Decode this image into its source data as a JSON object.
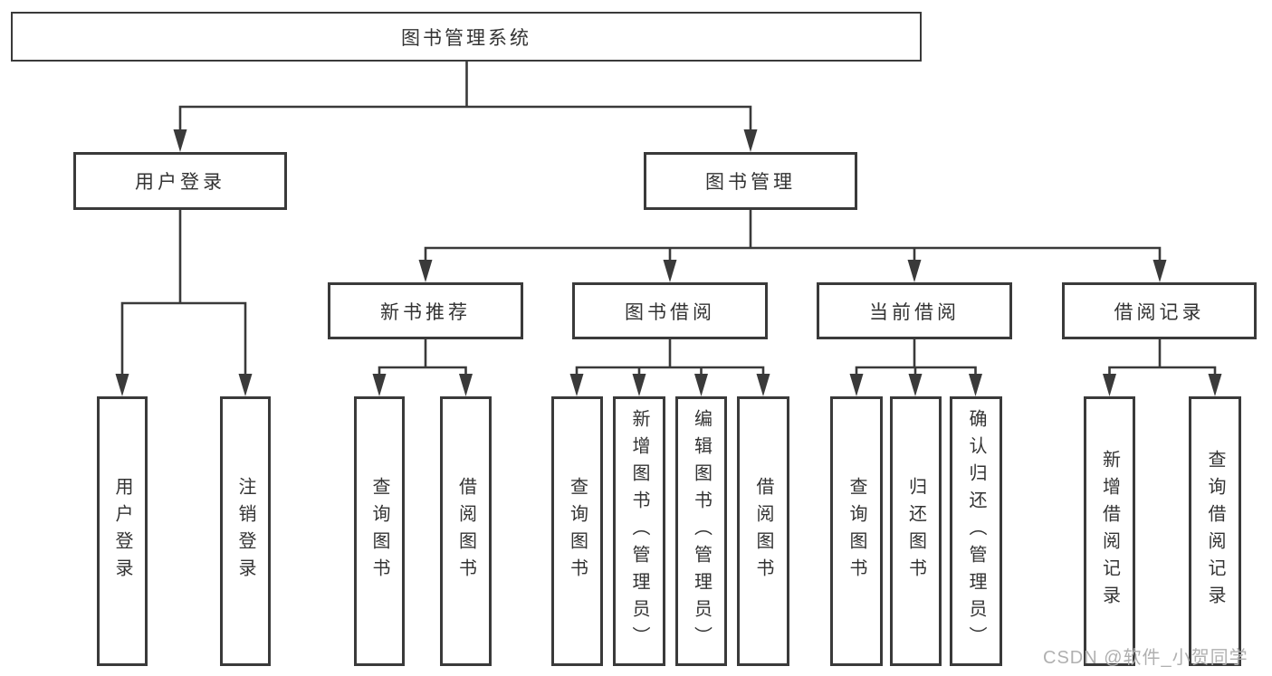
{
  "tree": {
    "label": "图书管理系统",
    "children": [
      {
        "label": "用户登录",
        "children": [
          {
            "label": "用户登录"
          },
          {
            "label": "注销登录"
          }
        ]
      },
      {
        "label": "图书管理",
        "children": [
          {
            "label": "新书推荐",
            "children": [
              {
                "label": "查询图书"
              },
              {
                "label": "借阅图书"
              }
            ]
          },
          {
            "label": "图书借阅",
            "children": [
              {
                "label": "查询图书"
              },
              {
                "label": "新增图书（管理员）"
              },
              {
                "label": "编辑图书（管理员）"
              },
              {
                "label": "借阅图书"
              }
            ]
          },
          {
            "label": "当前借阅",
            "children": [
              {
                "label": "查询图书"
              },
              {
                "label": "归还图书"
              },
              {
                "label": "确认归还（管理员）"
              }
            ]
          },
          {
            "label": "借阅记录",
            "children": [
              {
                "label": "新增借阅记录"
              },
              {
                "label": "查询借阅记录"
              }
            ]
          }
        ]
      }
    ]
  },
  "watermark": {
    "text": "CSDN @软件_小贺同学"
  },
  "colors": {
    "line": "#3a3a3a",
    "text": "#333333",
    "watermark": "#b0b0b0",
    "background": "#ffffff"
  }
}
